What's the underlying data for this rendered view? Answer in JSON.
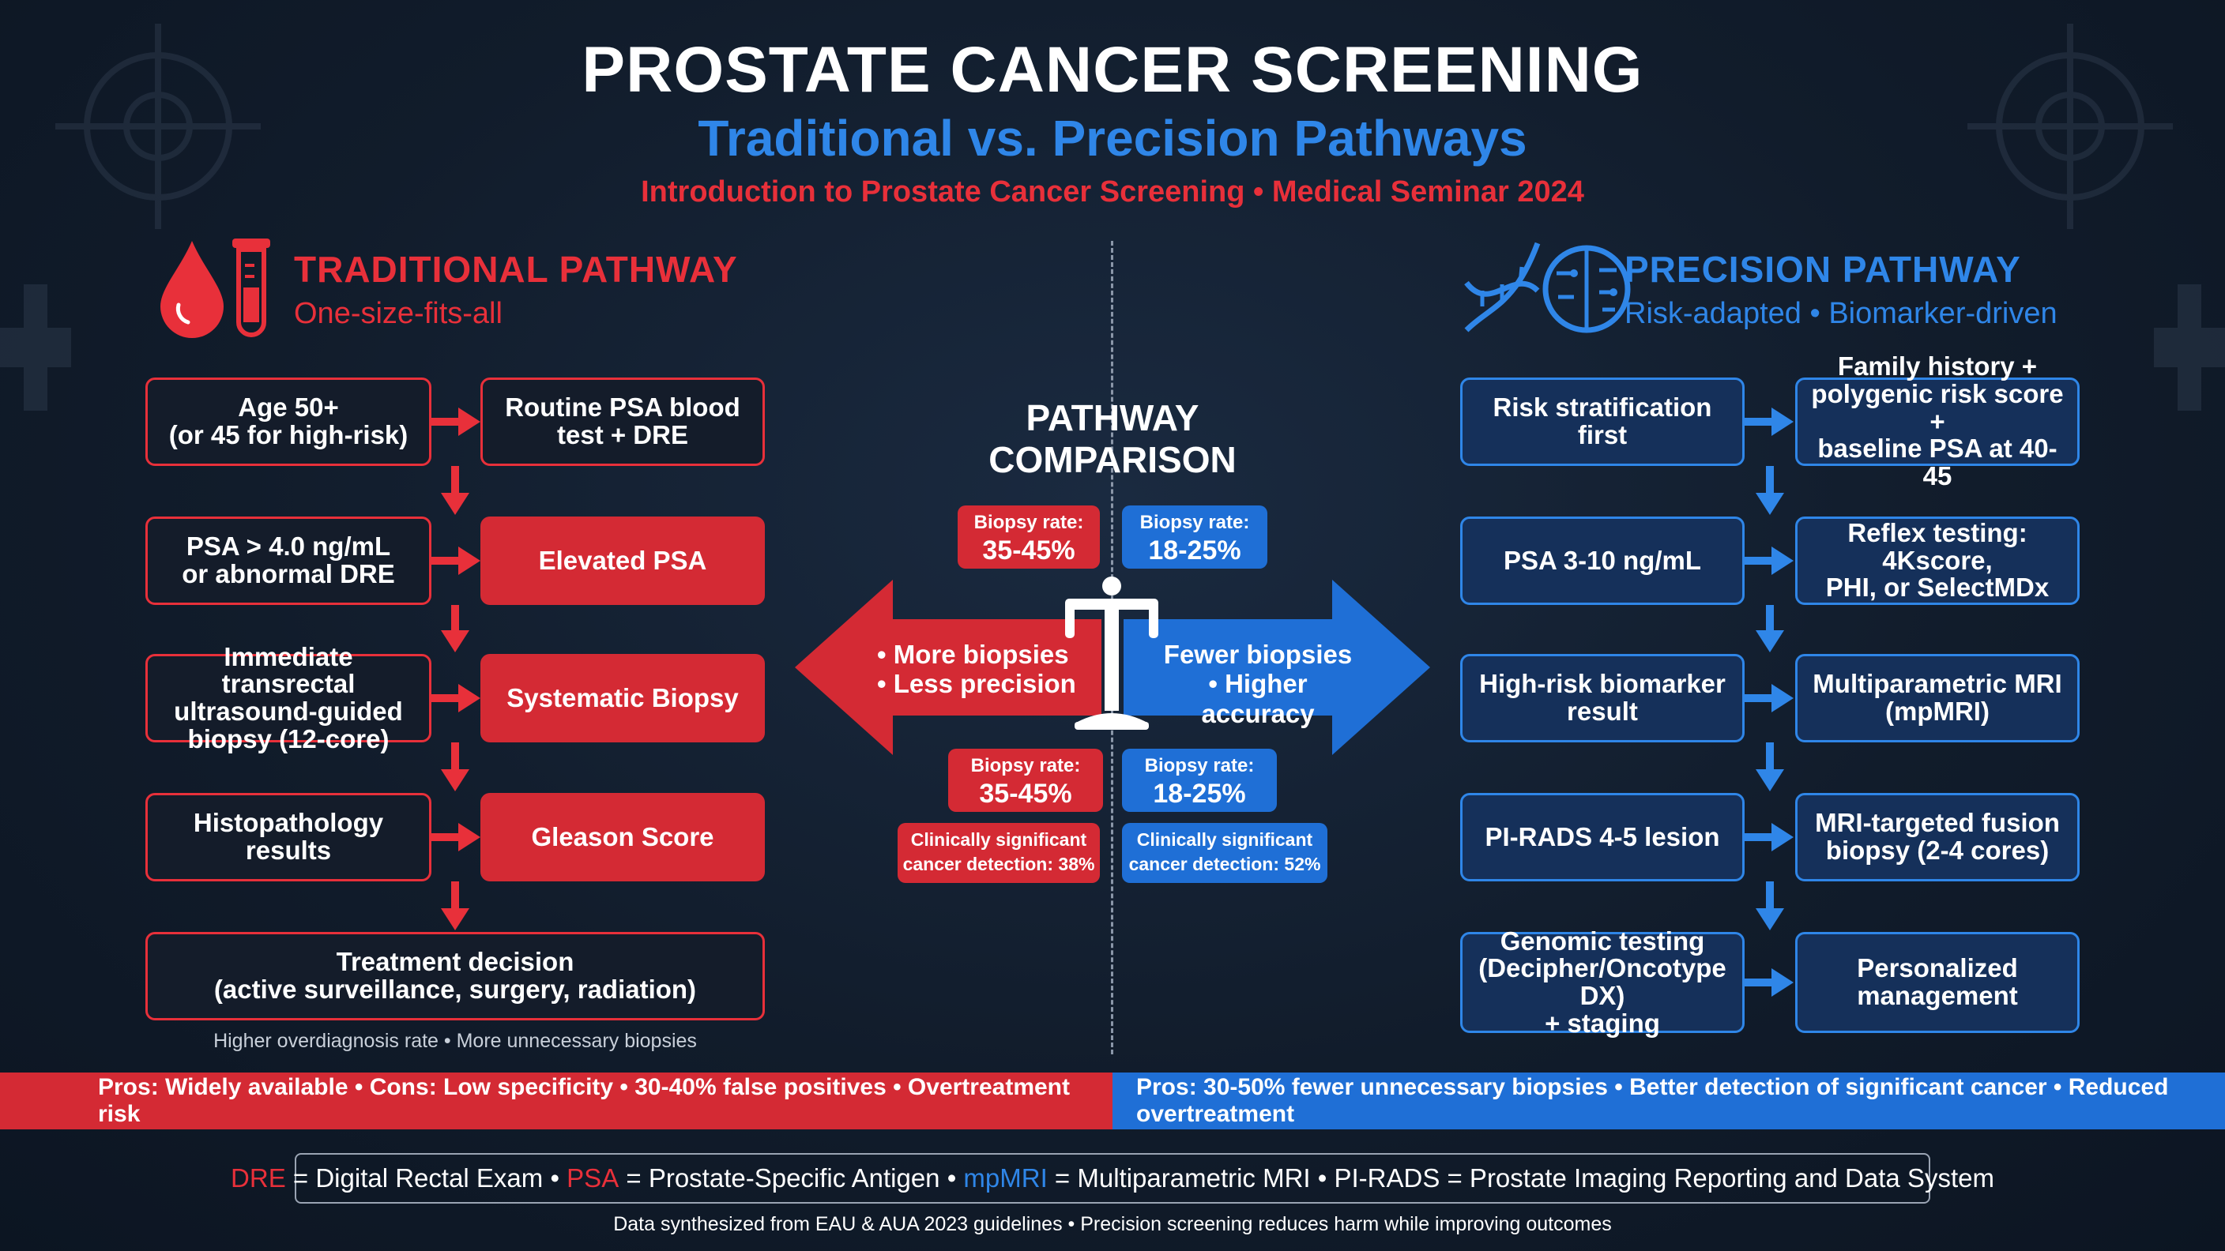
{
  "header": {
    "title": "PROSTATE CANCER SCREENING",
    "subtitle": "Traditional vs. Precision Pathways",
    "event": "Introduction to Prostate Cancer Screening • Medical Seminar 2024"
  },
  "colors": {
    "red": "#e8303a",
    "blue": "#2f86e8",
    "background": "#111c2b"
  },
  "traditional": {
    "title": "TRADITIONAL PATHWAY",
    "subtitle": "One-size-fits-all",
    "icons": [
      "blood-drop-icon",
      "test-tube-icon"
    ],
    "steps": [
      {
        "left": "Age 50+\n(or 45 for high-risk)",
        "right": "Routine PSA blood\ntest + DRE"
      },
      {
        "left": "PSA > 4.0 ng/mL\nor abnormal DRE",
        "right": "Elevated PSA"
      },
      {
        "left": "Immediate transrectal\nultrasound-guided\nbiopsy (12-core)",
        "right": "Systematic Biopsy"
      },
      {
        "left": "Histopathology\nresults",
        "right": "Gleason Score"
      }
    ],
    "final": "Treatment decision\n(active surveillance, surgery, radiation)",
    "note": "Higher overdiagnosis rate • More unnecessary biopsies",
    "bar": "Pros: Widely available • Cons: Low specificity • 30-40% false positives • Overtreatment risk"
  },
  "precision": {
    "title": "PRECISION PATHWAY",
    "subtitle": "Risk-adapted • Biomarker-driven",
    "icons": [
      "dna-icon",
      "brain-icon"
    ],
    "steps": [
      {
        "left": "Risk stratification first",
        "right": "Family history +\npolygenic risk score +\nbaseline PSA at 40-45"
      },
      {
        "left": "PSA 3-10 ng/mL",
        "right": "Reflex testing: 4Kscore,\nPHI, or SelectMDx"
      },
      {
        "left": "High-risk biomarker\nresult",
        "right": "Multiparametric MRI\n(mpMRI)"
      },
      {
        "left": "PI-RADS 4-5 lesion",
        "right": "MRI-targeted fusion\nbiopsy (2-4 cores)"
      },
      {
        "left": "Genomic testing\n(Decipher/Oncotype DX)\n+ staging",
        "right": "Personalized\nmanagement"
      }
    ],
    "bar": "Pros: 30-50% fewer unnecessary biopsies • Better detection of significant cancer • Reduced overtreatment"
  },
  "comparison": {
    "title": "PATHWAY\nCOMPARISON",
    "traditional_rate_label": "Biopsy rate:",
    "traditional_rate": "35-45%",
    "precision_rate_label": "Biopsy rate:",
    "precision_rate": "18-25%",
    "traditional_arrow": "• More biopsies\n• Less precision",
    "precision_arrow": "Fewer biopsies\n• Higher accuracy",
    "traditional_detection": "Clinically significant\ncancer detection: 38%",
    "precision_detection": "Clinically significant\ncancer detection: 52%",
    "icon": "balance-scale-icon"
  },
  "legend": {
    "dre": "DRE",
    "dre_def": " = Digital Rectal Exam • ",
    "psa": "PSA",
    "psa_def": " = Prostate-Specific Antigen • ",
    "mpmri": "mpMRI",
    "mpmri_def": " = Multiparametric MRI • PI-RADS = Prostate Imaging Reporting and Data System"
  },
  "footer": "Data synthesized from EAU & AUA 2023 guidelines • Precision screening reduces harm while improving outcomes"
}
